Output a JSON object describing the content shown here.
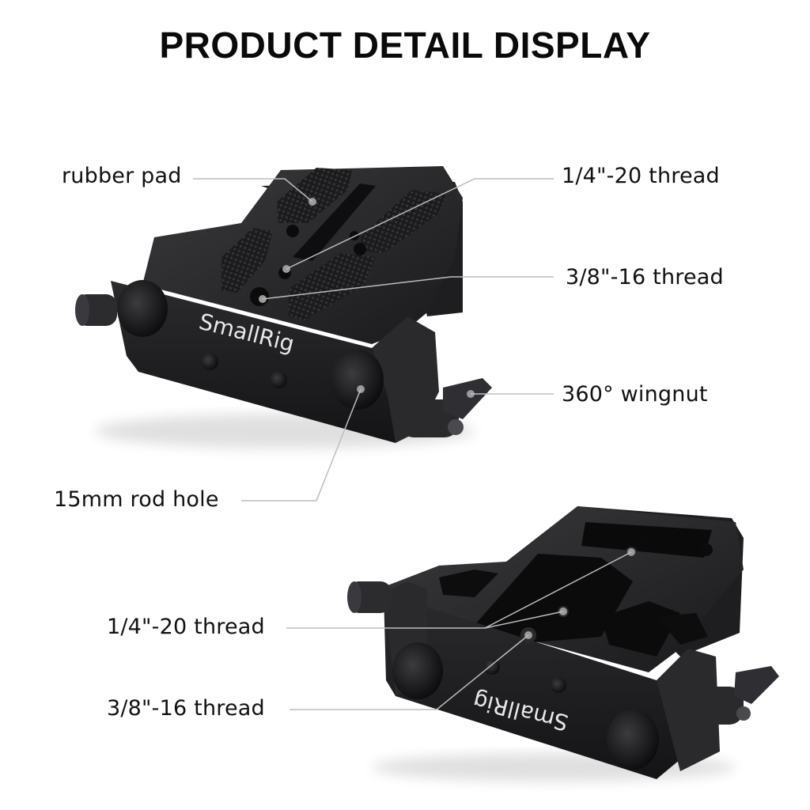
{
  "page": {
    "title": "PRODUCT DETAIL DISPLAY"
  },
  "top_product": {
    "brand_mark": "SmallRig",
    "callouts": [
      {
        "label": "rubber pad"
      },
      {
        "label": "1/4\"-20 thread"
      },
      {
        "label": "3/8\"-16 thread"
      },
      {
        "label": "360° wingnut"
      },
      {
        "label": "15mm rod hole"
      }
    ]
  },
  "bottom_product": {
    "brand_mark": "SmallRig",
    "callouts": [
      {
        "label": "1/4\"-20 thread"
      },
      {
        "label": "3/8\"-16 thread"
      }
    ]
  },
  "colors": {
    "background": "#ffffff",
    "text": "#111111",
    "leader_line": "#bdbdbd",
    "metal_dark": "#1c1c1e",
    "metal_mid": "#2e2e31",
    "metal_light": "#4a4a4e"
  }
}
